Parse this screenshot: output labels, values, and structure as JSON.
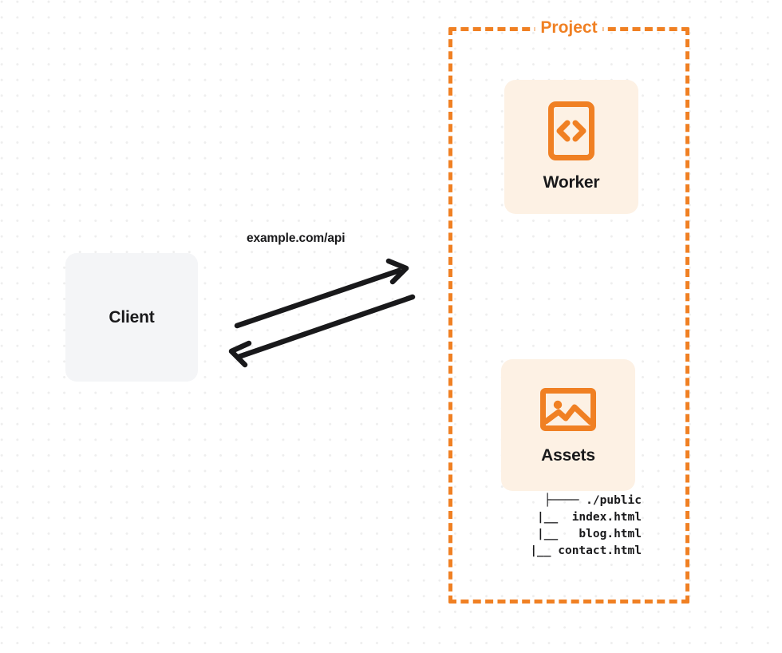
{
  "diagram": {
    "title": "Project",
    "accent_color": "#f08023",
    "card_bg_color": "#fdf1e4",
    "client_bg_color": "#f4f5f7",
    "text_color": "#19191b",
    "background": "dot-grid"
  },
  "client": {
    "label": "Client"
  },
  "project": {
    "label": "Project",
    "nodes": [
      {
        "label": "Worker",
        "icon": "code-brackets-icon"
      },
      {
        "label": "Assets",
        "icon": "image-icon"
      }
    ]
  },
  "worker": {
    "label": "Worker",
    "icon": "code-brackets-icon"
  },
  "assets": {
    "label": "Assets",
    "icon": "image-icon"
  },
  "file_tree": {
    "lines": [
      "├──── ./public",
      "     |__  index.html",
      "     |__   blog.html",
      "     |__ contact.html"
    ],
    "text": "├──── ./public\n     |__  index.html\n     |__   blog.html\n     |__ contact.html",
    "root": "./public",
    "children": [
      "index.html",
      "blog.html",
      "contact.html"
    ]
  },
  "connection": {
    "label": "example.com/api",
    "direction": "bidirectional",
    "from": "Client",
    "to": "Worker"
  }
}
